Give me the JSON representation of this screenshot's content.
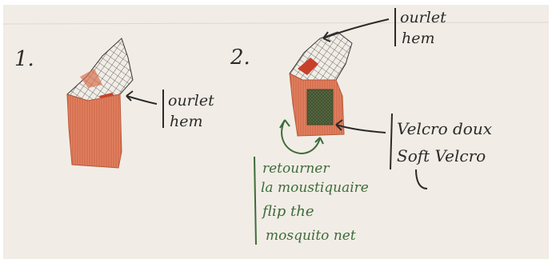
{
  "steps": {
    "step1_number": "1.",
    "step2_number": "2."
  },
  "labels": {
    "step1_hem_fr": "ourlet",
    "step1_hem_en": "hem",
    "step2_hem_fr": "ourlet",
    "step2_hem_en": "hem",
    "velcro_fr": "Velcro doux",
    "velcro_en": "Soft Velcro"
  },
  "instruction": {
    "line1": "retourner",
    "line2": "la moustiquaire",
    "line3": "flip the",
    "line4": "mosquito net"
  },
  "colors": {
    "paper": "#f1ede6",
    "fabric": "#d9704f",
    "net": "#4a4a4a",
    "hem_red": "#c8402a",
    "velcro_green": "#4f5f3a",
    "pencil_dark": "#2b2b2b",
    "pencil_green": "#3f6b3a"
  }
}
